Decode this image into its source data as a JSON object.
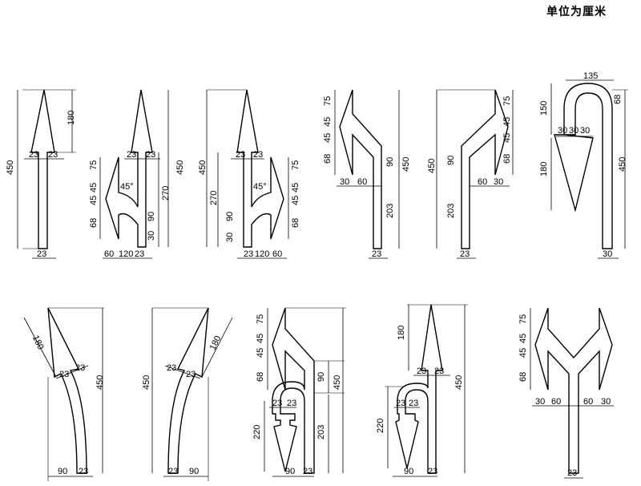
{
  "unit_note": "单位为厘米",
  "fig1": {
    "total": "450",
    "head": "180",
    "neck_l": "23",
    "neck_r": "23",
    "stem": "23"
  },
  "fig2": {
    "d75": "75",
    "d45a": "45",
    "d45b": "45",
    "d68": "68",
    "angle": "45°",
    "d450": "450",
    "d270": "270",
    "d90": "90",
    "d30": "30",
    "d23top_l": "23",
    "d23top_r": "23",
    "b60": "60",
    "b120": "120",
    "b23": "23"
  },
  "fig3": {
    "d450": "450",
    "d270": "270",
    "d90": "90",
    "d30": "30",
    "d75": "75",
    "d45a": "45",
    "d45b": "45",
    "d68": "68",
    "angle": "45°",
    "d23top_l": "23",
    "d23top_r": "23",
    "b23": "23",
    "b120": "120",
    "b60": "60"
  },
  "fig4": {
    "d75": "75",
    "d45a": "45",
    "d45b": "45",
    "d68": "68",
    "d90": "90",
    "d450": "450",
    "d203": "203",
    "b30": "30",
    "b60": "60",
    "stem": "23"
  },
  "fig5": {
    "d450": "450",
    "d90": "90",
    "d203": "203",
    "d75": "75",
    "d45a": "45",
    "d45b": "45",
    "d68": "68",
    "b60": "60",
    "b30": "30",
    "stem": "23"
  },
  "fig6": {
    "d135": "135",
    "d150": "150",
    "d68": "68",
    "n30a": "30",
    "n30b": "30",
    "n30c": "30",
    "d180": "180",
    "d450": "450",
    "stem": "30"
  },
  "fig7": {
    "d180": "180",
    "n23a": "23",
    "n23b": "23",
    "d450": "450",
    "b90": "90",
    "b23": "23"
  },
  "fig8": {
    "d450": "450",
    "d180": "180",
    "n23a": "23",
    "n23b": "23",
    "b23": "23",
    "b90": "90"
  },
  "fig9": {
    "d75": "75",
    "d45a": "45",
    "d45b": "45",
    "d68": "68",
    "n23a": "23",
    "n23b": "23",
    "d220": "220",
    "d90": "90",
    "d450": "450",
    "d203": "203",
    "b90": "90",
    "b23": "23"
  },
  "fig10": {
    "d180": "180",
    "n23a": "23",
    "n23b": "23",
    "d220": "220",
    "d450": "450",
    "n23c": "23",
    "n23d": "23",
    "b90": "90",
    "b23": "23"
  },
  "fig11": {
    "d75": "75",
    "d45a": "45",
    "d45b": "45",
    "d68": "68",
    "b30l": "30",
    "b60l": "60",
    "b60r": "60",
    "b30r": "30",
    "stem": "23"
  }
}
